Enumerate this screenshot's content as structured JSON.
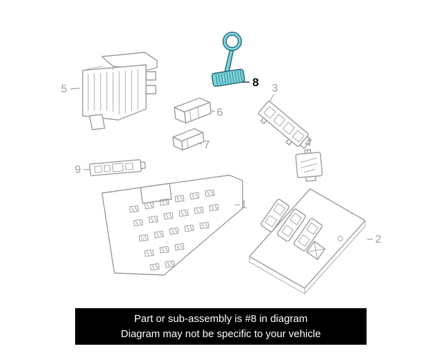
{
  "banner": {
    "line1": "Part or sub-assembly is #8 in diagram",
    "line2": "Diagram may not be specific to your vehicle",
    "background": "#000000",
    "text_color": "#ffffff"
  },
  "diagram": {
    "type": "exploded-parts-diagram",
    "highlighted_part": "8",
    "colors": {
      "outline": "#9a9a9a",
      "label": "#9c9c9c",
      "highlight_fill": "#7fd3db",
      "highlight_stroke": "#18626e",
      "highlight_label": "#0a0a0a"
    },
    "callouts": [
      {
        "label": "1"
      },
      {
        "label": "2"
      },
      {
        "label": "3"
      },
      {
        "label": "4"
      },
      {
        "label": "5"
      },
      {
        "label": "6"
      },
      {
        "label": "7"
      },
      {
        "label": "8"
      },
      {
        "label": "9"
      }
    ]
  }
}
